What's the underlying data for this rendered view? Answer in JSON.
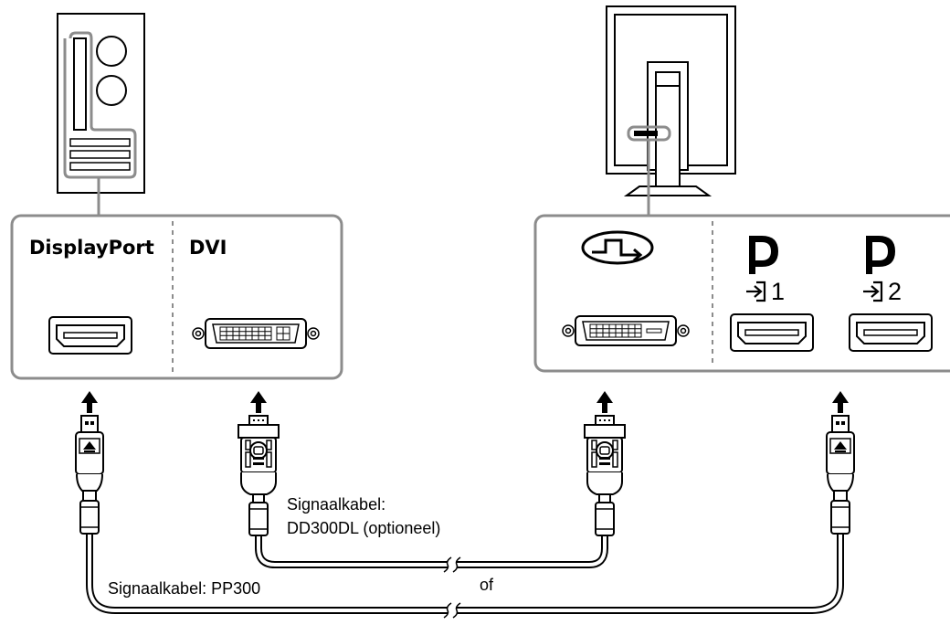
{
  "pc_panel": {
    "displayport_label": "DisplayPort",
    "dvi_label": "DVI"
  },
  "monitor_panel": {
    "dp1_number": "1",
    "dp2_number": "2"
  },
  "cables": {
    "dvi_cable_label_line1": "Signaalkabel:",
    "dvi_cable_label_line2": "DD300DL (optioneel)",
    "dp_cable_label": "Signaalkabel: PP300",
    "or_label": "of"
  },
  "icons": [
    "pc-tower-icon",
    "monitor-back-icon",
    "dvi-input-icon",
    "displayport-logo-icon",
    "input-arrow-icon",
    "displayport-port-icon",
    "dvi-port-icon",
    "displayport-plug-icon",
    "dvi-plug-icon",
    "up-arrow-icon",
    "ferrite-core-icon"
  ]
}
